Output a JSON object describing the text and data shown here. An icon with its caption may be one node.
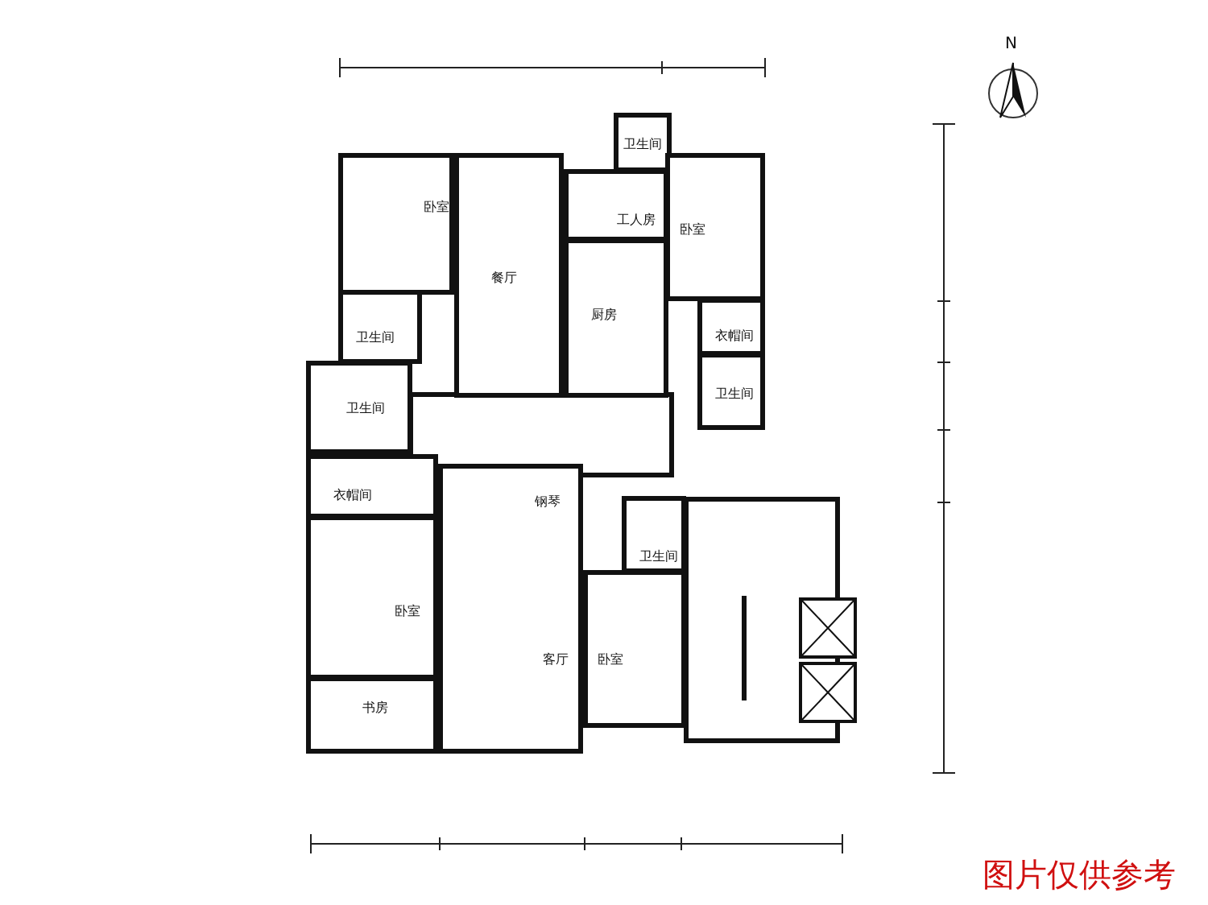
{
  "diagram": {
    "nodes": [
      {
        "text": [
          "卧室"
        ]
      },
      {
        "text": [
          "餐厅"
        ]
      },
      {
        "text": [
          "卫生间"
        ]
      },
      {
        "text": [
          "工人房"
        ]
      },
      {
        "text": [
          "卧室"
        ]
      },
      {
        "text": [
          "卫生间"
        ]
      },
      {
        "text": [
          "厨房"
        ]
      },
      {
        "text": [
          "衣帽间"
        ]
      },
      {
        "text": [
          "卫生间"
        ]
      },
      {
        "text": [
          "卫生间"
        ]
      },
      {
        "text": [
          "衣帽间"
        ]
      },
      {
        "text": [
          "卫生间"
        ]
      },
      {
        "text": [
          "卧室"
        ]
      },
      {
        "text": [
          "客厅"
        ]
      },
      {
        "text": [
          "卧室"
        ]
      },
      {
        "text": [
          "书房"
        ]
      }
    ],
    "labels": [
      "钢琴",
      "N",
      "图片仅供参考"
    ]
  }
}
